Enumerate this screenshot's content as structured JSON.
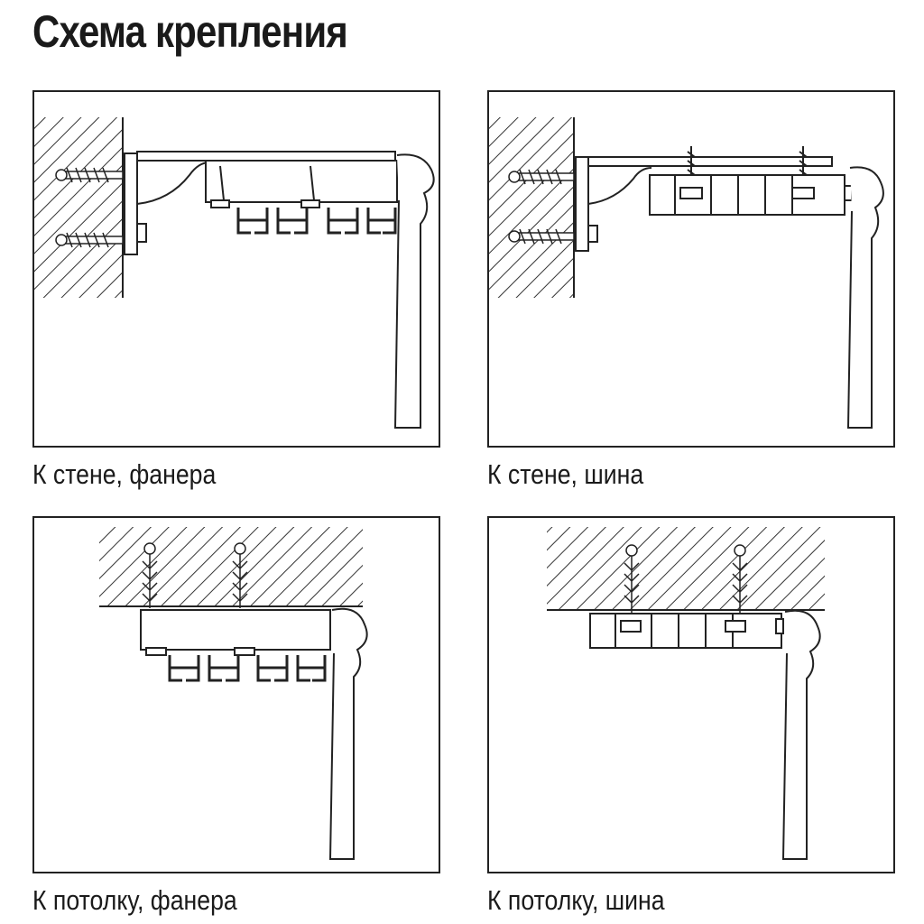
{
  "title": "Схема крепления",
  "panels": [
    {
      "caption": "К стене, фанера"
    },
    {
      "caption": "К стене, шина"
    },
    {
      "caption": "К потолку, фанера"
    },
    {
      "caption": "К потолку, шина"
    }
  ]
}
